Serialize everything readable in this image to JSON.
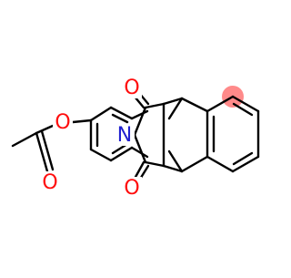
{
  "atom_labels": [
    {
      "id": "o-ester",
      "text": "O",
      "color": "#ff0d0d"
    },
    {
      "id": "o-carbonyl",
      "text": "O",
      "color": "#ff0d0d"
    },
    {
      "id": "n-imide",
      "text": "N",
      "color": "#2020d0"
    },
    {
      "id": "o-imide-top",
      "text": "O",
      "color": "#ff0d0d"
    },
    {
      "id": "o-imide-bottom",
      "text": "O",
      "color": "#ff0d0d"
    }
  ],
  "colors": {
    "bond": "#000000",
    "oxygen": "#ff0d0d",
    "nitrogen": "#2020d0",
    "highlight": "#ff8a8a",
    "background": "#ffffff"
  }
}
